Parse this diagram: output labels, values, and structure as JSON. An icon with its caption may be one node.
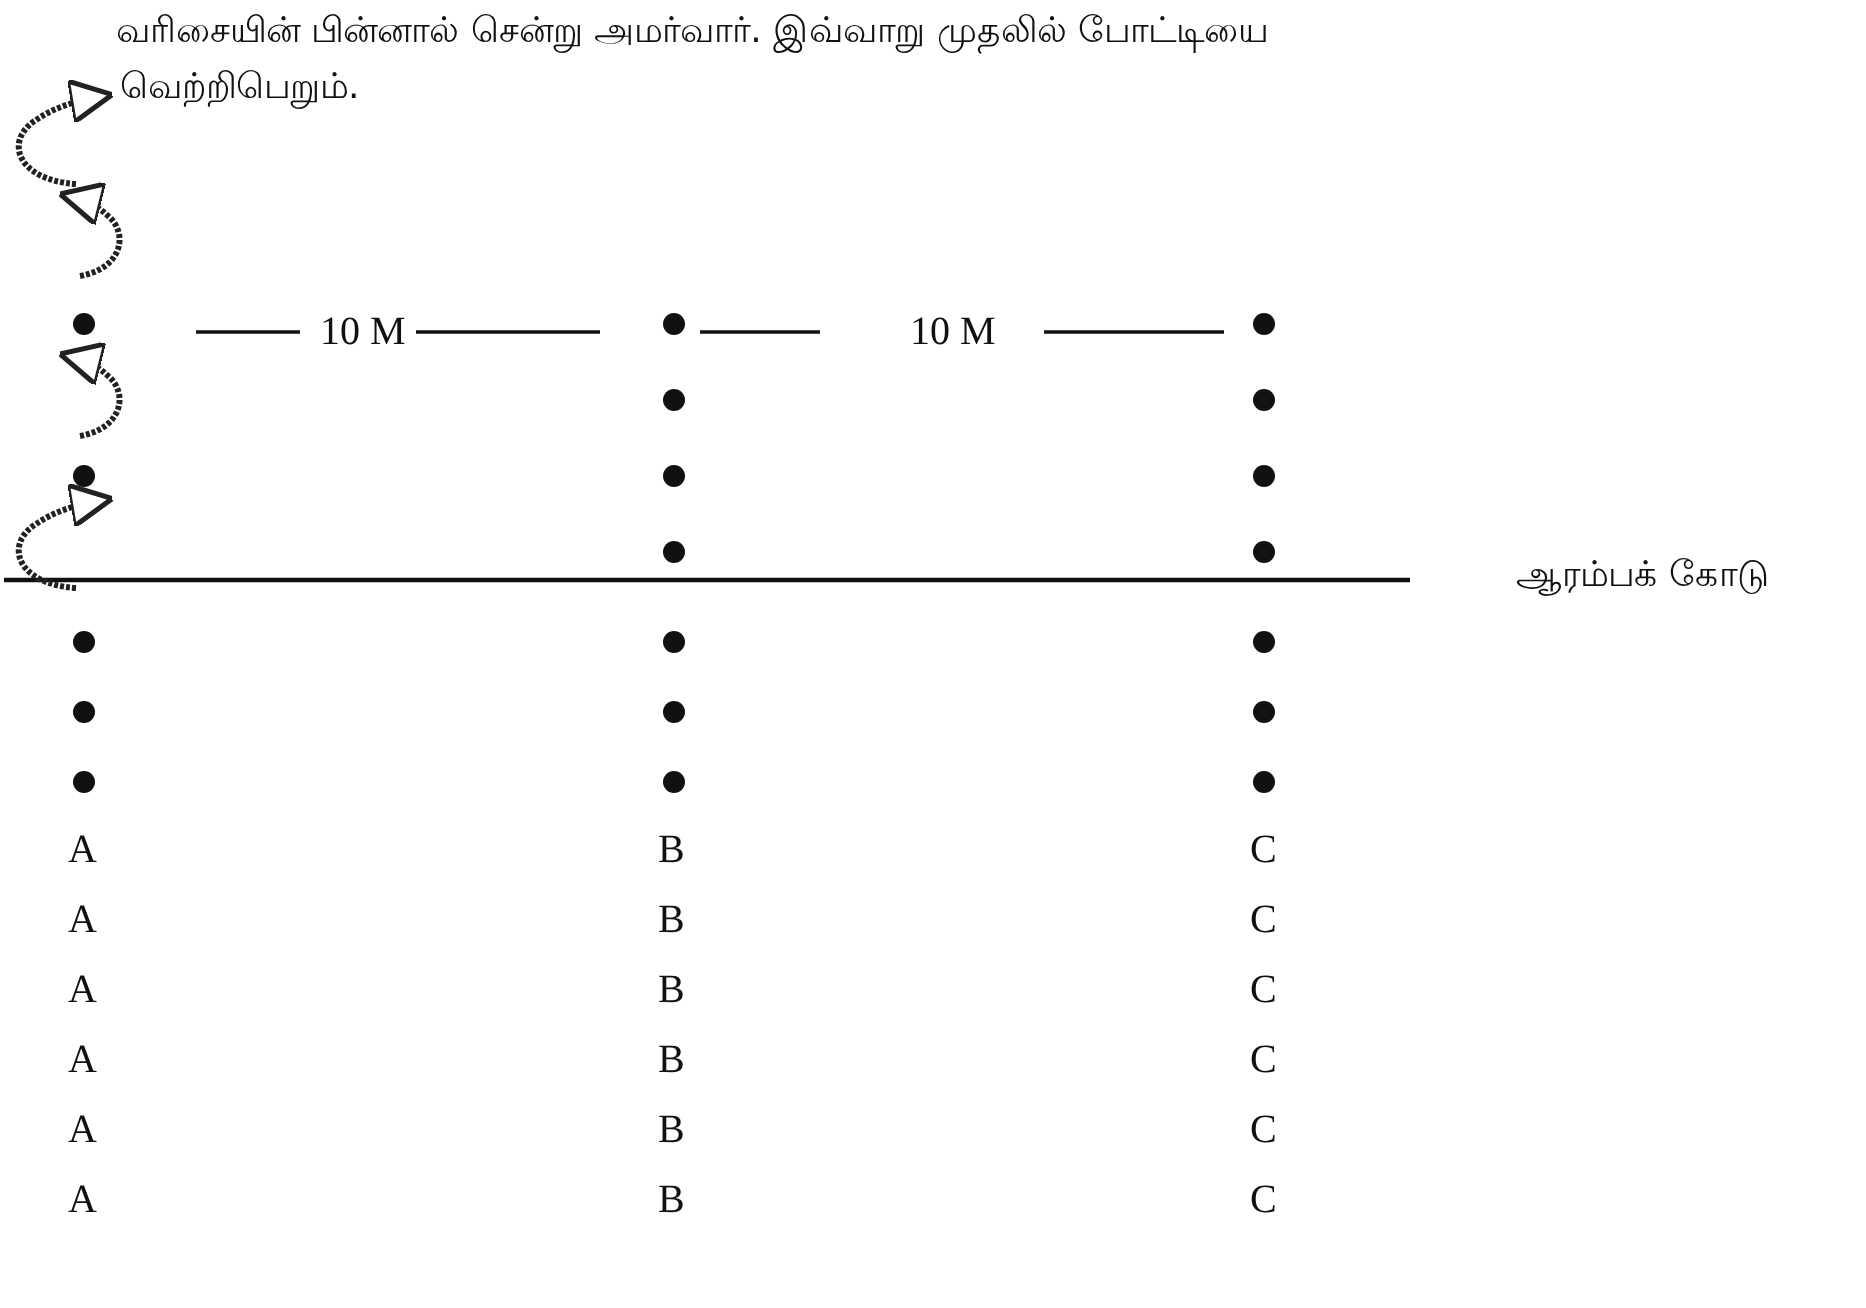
{
  "diagram": {
    "nodes": [
      {
        "text": [],
        "shape": "circle"
      },
      {
        "text": [],
        "shape": "circle"
      },
      {
        "text": [],
        "shape": "circle"
      },
      {
        "text": [],
        "shape": "circle"
      },
      {
        "text": [],
        "shape": "circle"
      },
      {
        "text": [],
        "shape": "circle"
      },
      {
        "text": [],
        "shape": "circle"
      },
      {
        "text": [],
        "shape": "circle"
      },
      {
        "text": [],
        "shape": "circle"
      },
      {
        "text": [],
        "shape": "circle"
      },
      {
        "text": [],
        "shape": "circle"
      },
      {
        "text": [],
        "shape": "circle"
      },
      {
        "text": [],
        "shape": "circle"
      },
      {
        "text": [],
        "shape": "circle"
      },
      {
        "text": [],
        "shape": "circle"
      },
      {
        "text": [],
        "shape": "circle"
      },
      {
        "text": [],
        "shape": "circle"
      },
      {
        "text": [],
        "shape": "circle"
      },
      {
        "text": [],
        "shape": "circle"
      }
    ],
    "labels": [
      "வரிசையின் பின்னால் சென்று அமர்வார். இவ்வாறு முதலில் போட்டியை",
      "வெற்றிபெறும்.",
      "10 M",
      "10 M",
      "ஆரம்பக் கோடு",
      "A",
      "B",
      "C",
      "A",
      "B",
      "C",
      "A",
      "B",
      "C",
      "A",
      "B",
      "C",
      "A",
      "B",
      "C",
      "A",
      "B",
      "C"
    ]
  }
}
